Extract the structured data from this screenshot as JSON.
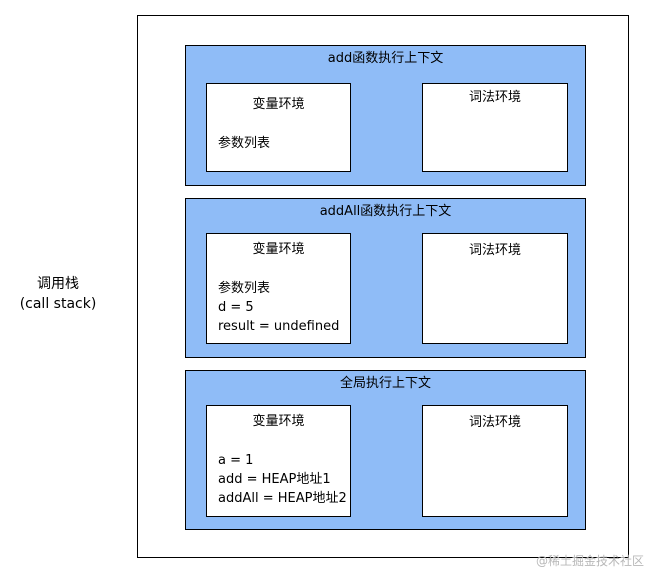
{
  "call_stack_label": {
    "line1": "调用栈",
    "line2": "(call stack)"
  },
  "contexts": [
    {
      "title": "add函数执行上下文",
      "variable_env": {
        "title": "变量环境",
        "lines": [
          "参数列表"
        ]
      },
      "lexical_env": {
        "title": "词法环境"
      }
    },
    {
      "title": "addAll函数执行上下文",
      "variable_env": {
        "title": "变量环境",
        "lines": [
          "参数列表",
          "d = 5",
          "result = undefined"
        ]
      },
      "lexical_env": {
        "title": "词法环境"
      }
    },
    {
      "title": "全局执行上下文",
      "variable_env": {
        "title": "变量环境",
        "lines": [
          "a = 1",
          "add = HEAP地址1",
          "addAll = HEAP地址2"
        ]
      },
      "lexical_env": {
        "title": "词法环境"
      }
    }
  ],
  "watermark": "@稀土掘金技术社区",
  "colors": {
    "context_fill": "#8fbcf7",
    "env_fill": "#ffffff",
    "border": "#000000"
  }
}
